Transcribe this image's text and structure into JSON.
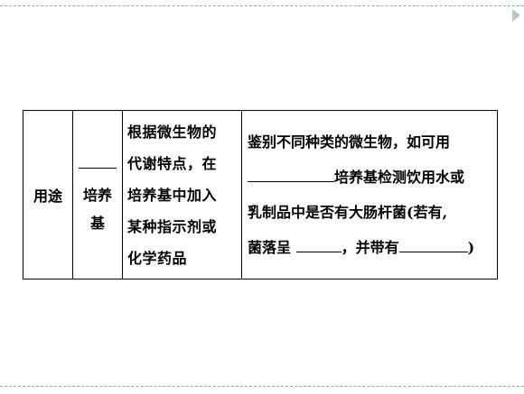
{
  "table": {
    "usage_label": "用途",
    "medium_type": {
      "line1": "培养",
      "line2": "基"
    },
    "principle_lines": [
      "根据微生物的",
      "代谢特点，在",
      "培养基中加入",
      "某种指示剂或",
      "化学药品"
    ],
    "example": {
      "line1": "鉴别不同种类的微生物，如可用",
      "line2_after_blank": "培养基检测饮用水或",
      "line3": "乳制品中是否有大肠杆菌(若有,",
      "line4_part1": "菌落呈",
      "line4_part2": "，并带有",
      "line4_end": ")"
    }
  }
}
